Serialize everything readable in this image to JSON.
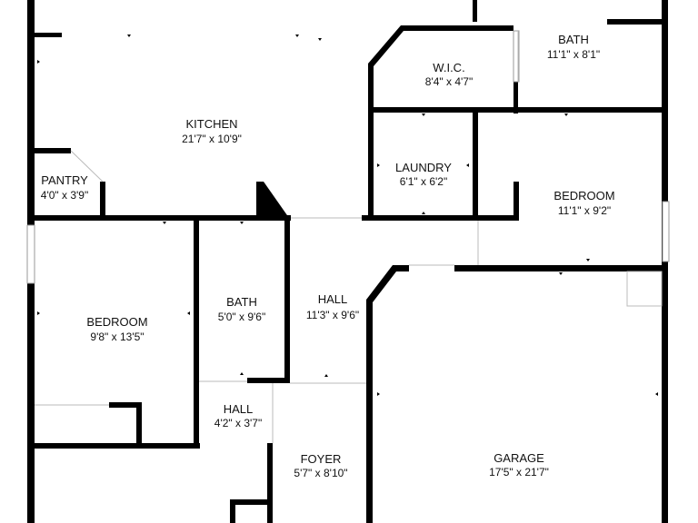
{
  "floorplan": {
    "colors": {
      "wall": "#000000",
      "background": "#ffffff",
      "window": "#9a9a9a"
    },
    "rooms": [
      {
        "id": "kitchen",
        "name": "KITCHEN",
        "dims": "21'7\" x 10'9\""
      },
      {
        "id": "pantry",
        "name": "PANTRY",
        "dims": "4'0\" x 3'9\""
      },
      {
        "id": "wic",
        "name": "W.I.C.",
        "dims": "8'4\" x 4'7\""
      },
      {
        "id": "bath1",
        "name": "BATH",
        "dims": "11'1\" x 8'1\""
      },
      {
        "id": "laundry",
        "name": "LAUNDRY",
        "dims": "6'1\" x 6'2\""
      },
      {
        "id": "bedroom1",
        "name": "BEDROOM",
        "dims": "11'1\" x 9'2\""
      },
      {
        "id": "bedroom2",
        "name": "BEDROOM",
        "dims": "9'8\" x 13'5\""
      },
      {
        "id": "bath2",
        "name": "BATH",
        "dims": "5'0\" x 9'6\""
      },
      {
        "id": "hall1",
        "name": "HALL",
        "dims": "11'3\" x 9'6\""
      },
      {
        "id": "hall2",
        "name": "HALL",
        "dims": "4'2\" x 3'7\""
      },
      {
        "id": "foyer",
        "name": "FOYER",
        "dims": "5'7\" x 8'10\""
      },
      {
        "id": "garage",
        "name": "GARAGE",
        "dims": "17'5\" x 21'7\""
      }
    ]
  }
}
